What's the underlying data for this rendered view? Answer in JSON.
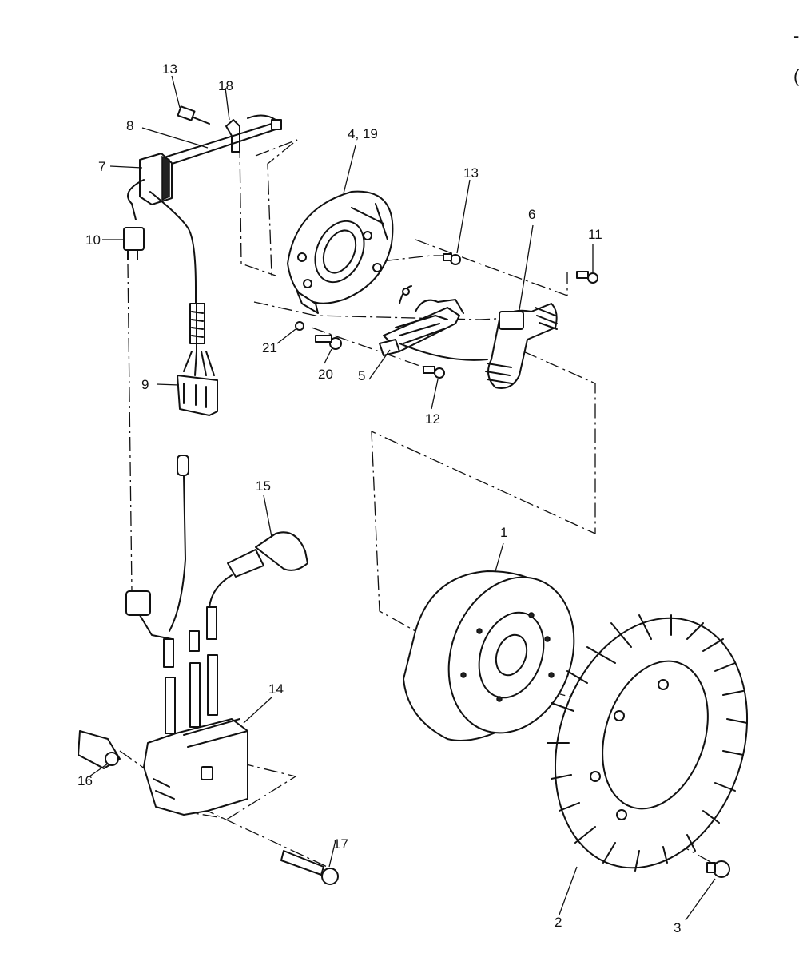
{
  "diagram": {
    "edge_marks": [
      "-",
      "("
    ],
    "parts": [
      {
        "id": "p1",
        "label": "1"
      },
      {
        "id": "p2",
        "label": "2"
      },
      {
        "id": "p3",
        "label": "3"
      },
      {
        "id": "p4",
        "label": "4, 19"
      },
      {
        "id": "p5",
        "label": "5"
      },
      {
        "id": "p6",
        "label": "6"
      },
      {
        "id": "p7",
        "label": "7"
      },
      {
        "id": "p8",
        "label": "8"
      },
      {
        "id": "p9",
        "label": "9"
      },
      {
        "id": "p10",
        "label": "10"
      },
      {
        "id": "p11",
        "label": "11"
      },
      {
        "id": "p12",
        "label": "12"
      },
      {
        "id": "p13a",
        "label": "13"
      },
      {
        "id": "p13b",
        "label": "13"
      },
      {
        "id": "p14",
        "label": "14"
      },
      {
        "id": "p15",
        "label": "15"
      },
      {
        "id": "p16",
        "label": "16"
      },
      {
        "id": "p17",
        "label": "17"
      },
      {
        "id": "p18",
        "label": "18"
      },
      {
        "id": "p20",
        "label": "20"
      },
      {
        "id": "p21",
        "label": "21"
      }
    ]
  }
}
